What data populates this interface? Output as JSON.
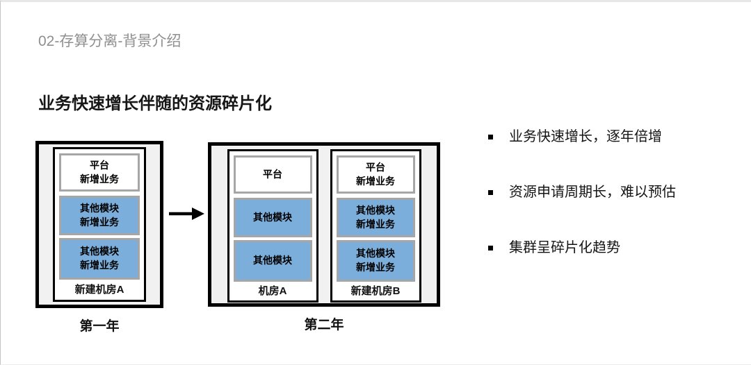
{
  "slide": {
    "kicker": "02-存算分离-背景介绍",
    "heading": "业务快速增长伴随的资源碎片化"
  },
  "diagram": {
    "years": [
      {
        "label": "第一年",
        "rooms": [
          {
            "name": "新建机房A",
            "cells": [
              {
                "type": "white",
                "lines": [
                  "平台",
                  "新增业务"
                ]
              },
              {
                "type": "blue",
                "lines": [
                  "其他模块",
                  "新增业务"
                ]
              },
              {
                "type": "blue",
                "lines": [
                  "其他模块",
                  "新增业务"
                ]
              }
            ]
          }
        ]
      },
      {
        "label": "第二年",
        "rooms": [
          {
            "name": "机房A",
            "cells": [
              {
                "type": "white",
                "lines": [
                  "平台"
                ]
              },
              {
                "type": "blue",
                "lines": [
                  "其他模块"
                ]
              },
              {
                "type": "blue",
                "lines": [
                  "其他模块"
                ]
              }
            ]
          },
          {
            "name": "新建机房B",
            "cells": [
              {
                "type": "white",
                "lines": [
                  "平台",
                  "新增业务"
                ]
              },
              {
                "type": "blue",
                "lines": [
                  "其他模块",
                  "新增业务"
                ]
              },
              {
                "type": "blue",
                "lines": [
                  "其他模块",
                  "新增业务"
                ]
              }
            ]
          }
        ]
      }
    ]
  },
  "bullets": [
    "业务快速增长，逐年倍增",
    "资源申请周期长，难以预估",
    "集群呈碎片化趋势"
  ],
  "colors": {
    "cell_blue": "#7baeda",
    "cell_border": "#a6a6a6",
    "outer_bg": "#f1f1f1",
    "kicker_gray": "#8f8f8f"
  }
}
